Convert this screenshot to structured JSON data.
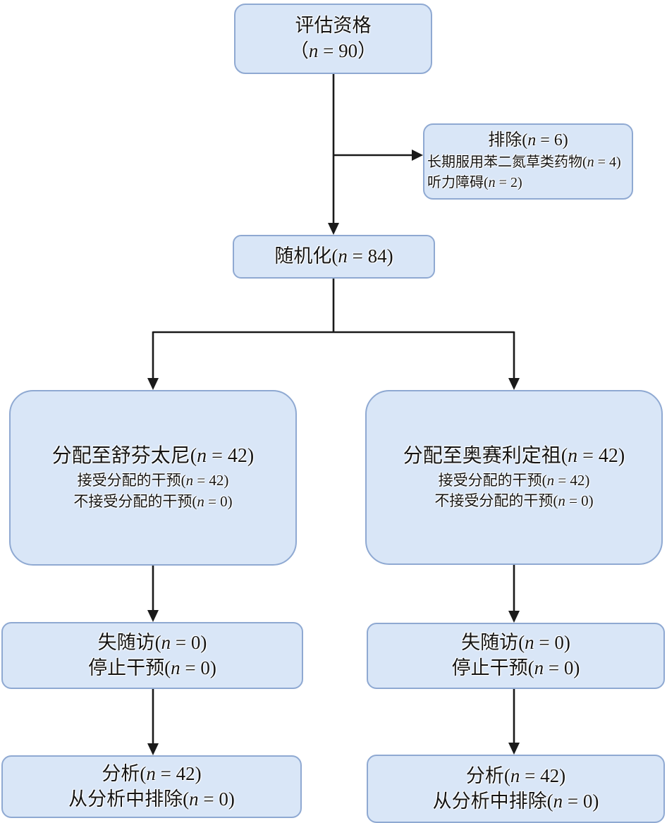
{
  "flowchart": {
    "colors": {
      "box_fill": "#d9e6f7",
      "box_border": "#8fa9d2",
      "arrow": "#1a1a1a",
      "text": "#141414",
      "background": "#ffffff"
    },
    "nodes": {
      "eligibility": {
        "line1": "评估资格",
        "line2": "（n = 90）"
      },
      "excluded": {
        "title": "排除(n = 6)",
        "reasons": [
          "长期服用苯二氮草类药物(n = 4)",
          "听力障碍(n = 2)"
        ]
      },
      "randomized": {
        "label": "随机化(n = 84)"
      },
      "allocation_left": {
        "title": "分配至舒芬太尼(n = 42)",
        "lines": [
          "接受分配的干预(n = 42)",
          "不接受分配的干预(n = 0)"
        ]
      },
      "allocation_right": {
        "title": "分配至奥赛利定祖(n = 42)",
        "lines": [
          "接受分配的干预(n = 42)",
          "不接受分配的干预(n = 0)"
        ]
      },
      "followup_left": {
        "lines": [
          "失随访(n = 0)",
          "停止干预(n = 0)"
        ]
      },
      "followup_right": {
        "lines": [
          "失随访(n = 0)",
          "停止干预(n = 0)"
        ]
      },
      "analysis_left": {
        "lines": [
          "分析(n = 42)",
          "从分析中排除(n = 0)"
        ]
      },
      "analysis_right": {
        "lines": [
          "分析(n = 42)",
          "从分析中排除(n = 0)"
        ]
      }
    }
  }
}
